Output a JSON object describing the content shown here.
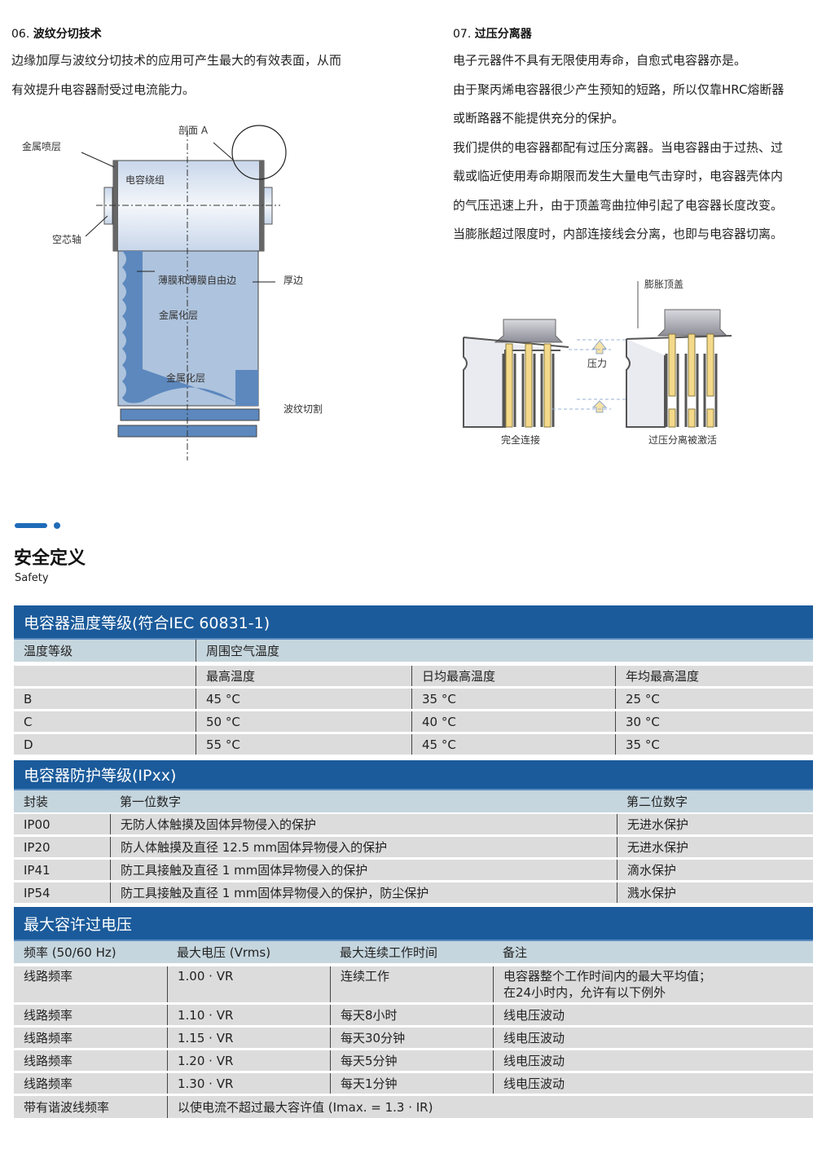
{
  "section06": {
    "number": "06.",
    "title": "波纹分切技术",
    "paragraph": [
      "边缘加厚与波纹分切技术的应用可产生最大的有效表面，从而",
      "有效提升电容器耐受过电流能力。"
    ],
    "diagram_labels": {
      "section_a": "剖面  A",
      "metal_spray": "金属喷层",
      "winding": "电容绕组",
      "hollow_axis": "空芯轴",
      "film_edge": "薄膜和薄膜自由边",
      "thick_edge": "厚边",
      "metallized_1": "金属化层",
      "metallized_2": "金属化层",
      "wave_cut": "波纹切割"
    }
  },
  "section07": {
    "number": "07.",
    "title": "过压分离器",
    "paragraph": [
      "电子元器件不具有无限使用寿命，自愈式电容器亦是。",
      "由于聚丙烯电容器很少产生预知的短路，所以仅靠HRC熔断器",
      "或断路器不能提供充分的保护。",
      "我们提供的电容器都配有过压分离器。当电容器由于过热、过",
      "载或临近使用寿命期限而发生大量电气击穿时，电容器壳体内",
      "的气压迅速上升，由于顶盖弯曲拉伸引起了电容器长度改变。",
      "当膨胀超过限度时，内部连接线会分离，也即与电容器切离。"
    ],
    "diagram_labels": {
      "expand_cap": "膨胀顶盖",
      "pressure": "压力",
      "connected": "完全连接",
      "activated": "过压分离被激活"
    }
  },
  "safety": {
    "title": "安全定义",
    "subtitle": "Safety"
  },
  "temp_table": {
    "title": "电容器温度等级(符合IEC 60831-1)",
    "header": [
      "温度等级",
      "周围空气温度"
    ],
    "subheader": [
      "",
      "最高温度",
      "日均最高温度",
      "年均最高温度"
    ],
    "rows": [
      [
        "B",
        "45 °C",
        "35 °C",
        "25 °C"
      ],
      [
        "C",
        "50 °C",
        "40 °C",
        "30 °C"
      ],
      [
        "D",
        "55 °C",
        "45 °C",
        "35 °C"
      ]
    ]
  },
  "ip_table": {
    "title": "电容器防护等级(IPxx)",
    "header": [
      "封装",
      "第一位数字",
      "第二位数字"
    ],
    "rows": [
      [
        "IP00",
        "无防人体触摸及固体异物侵入的保护",
        "无进水保护"
      ],
      [
        "IP20",
        "防人体触摸及直径  12.5 mm固体异物侵入的保护",
        "无进水保护"
      ],
      [
        "IP41",
        "防工具接触及直径  1 mm固体异物侵入的保护",
        "滴水保护"
      ],
      [
        "IP54",
        "防工具接触及直径  1 mm固体异物侵入的保护，防尘保护",
        "溅水保护"
      ]
    ]
  },
  "ov_table": {
    "title": "最大容许过电压",
    "header": [
      "频率 (50/60 Hz)",
      "最大电压 (Vrms)",
      "最大连续工作时间",
      "备注"
    ],
    "rows": [
      [
        "线路频率",
        "1.00 · VR",
        "连续工作",
        "电容器整个工作时间内的最大平均值；\n在24小时内，允许有以下例外"
      ],
      [
        "线路频率",
        "1.10 · VR",
        "每天8小时",
        "线电压波动"
      ],
      [
        "线路频率",
        "1.15 · VR",
        "每天30分钟",
        "线电压波动"
      ],
      [
        "线路频率",
        "1.20 · VR",
        "每天5分钟",
        "线电压波动"
      ],
      [
        "线路频率",
        "1.30 · VR",
        "每天1分钟",
        "线电压波动"
      ]
    ],
    "last_row": [
      "带有谐波线频率",
      "以使电流不超过最大容许值 (Imax. = 1.3 · IR)"
    ]
  },
  "colors": {
    "header_blue": "#1b5b9b",
    "subheader": "#c6d6de",
    "row_gray": "#dcdcdc",
    "accent": "#1e6bb8"
  }
}
